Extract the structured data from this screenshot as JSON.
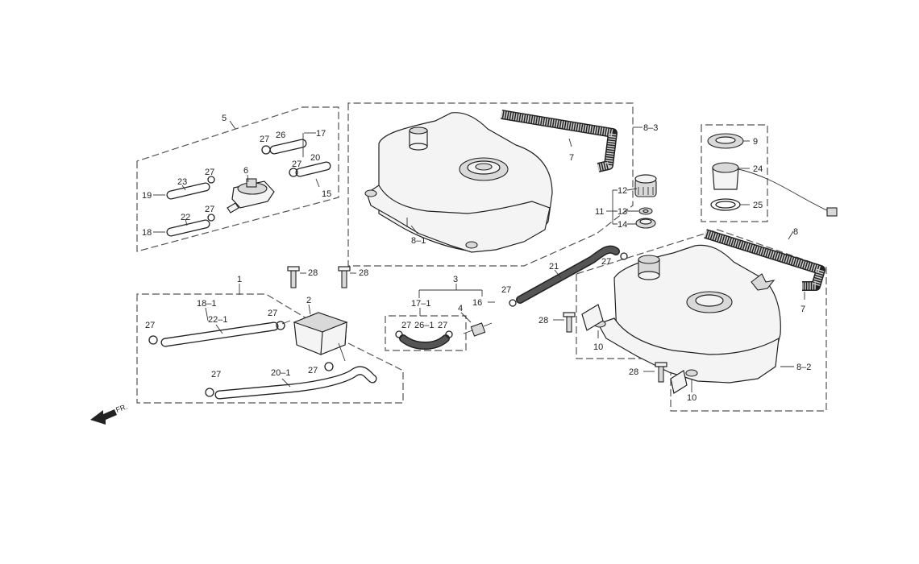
{
  "labels": {
    "l5": "5",
    "l6": "6",
    "l15": "15",
    "l17": "17",
    "l18": "18",
    "l19": "19",
    "l20": "20",
    "l22": "22",
    "l23": "23",
    "l26": "26",
    "l27a": "27",
    "l27b": "27",
    "l27c": "27",
    "l27d": "27",
    "l1": "1",
    "l2": "2",
    "l18_1": "18–1",
    "l22_1": "22–1",
    "l20_1": "20–1",
    "l27e": "27",
    "l27f": "27",
    "l27g": "27",
    "l27h": "27",
    "l28a": "28",
    "l28b": "28",
    "l3": "3",
    "l4": "4",
    "l16": "16",
    "l17_1": "17–1",
    "l26_1": "26–1",
    "l27i": "27",
    "l27j": "27",
    "l27k": "27",
    "l27l": "27",
    "l21": "21",
    "l7a": "7",
    "l8_1": "8–1",
    "l8_3": "8–3",
    "l11": "11",
    "l12": "12",
    "l13": "13",
    "l14": "14",
    "l9": "9",
    "l24": "24",
    "l25": "25",
    "l8": "8",
    "l7b": "7",
    "l8_2": "8–2",
    "l10a": "10",
    "l10b": "10",
    "l28c": "28",
    "l28d": "28",
    "fr": "FR."
  }
}
